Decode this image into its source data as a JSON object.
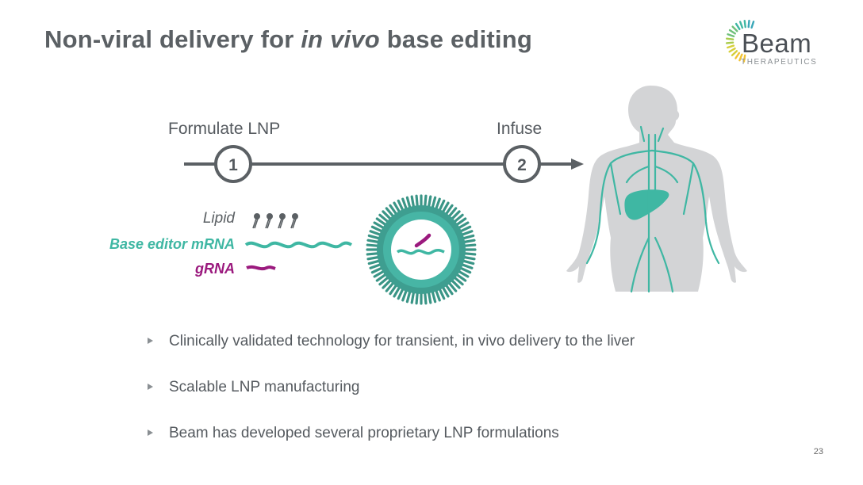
{
  "title": {
    "part1": "Non-viral delivery for ",
    "emph": "in vivo",
    "part2": " base editing"
  },
  "logo": {
    "word": "Beam",
    "sub": "THERAPEUTICS"
  },
  "steps": [
    {
      "number": "1",
      "label": "Formulate LNP"
    },
    {
      "number": "2",
      "label": "Infuse"
    }
  ],
  "ingredients": [
    {
      "label": "Lipid",
      "color": "#5b6064"
    },
    {
      "label": "Base editor mRNA",
      "color": "#3fb7a3"
    },
    {
      "label": "gRNA",
      "color": "#9b1a7e"
    }
  ],
  "bullets": [
    "Clinically validated technology for transient, in vivo delivery to the liver",
    "Scalable LNP manufacturing",
    "Beam has developed several proprietary LNP formulations"
  ],
  "page_number": "23",
  "colors": {
    "teal": "#3fb7a3",
    "magenta": "#9b1a7e",
    "gray": "#5b6064",
    "body": "#d3d4d6"
  }
}
